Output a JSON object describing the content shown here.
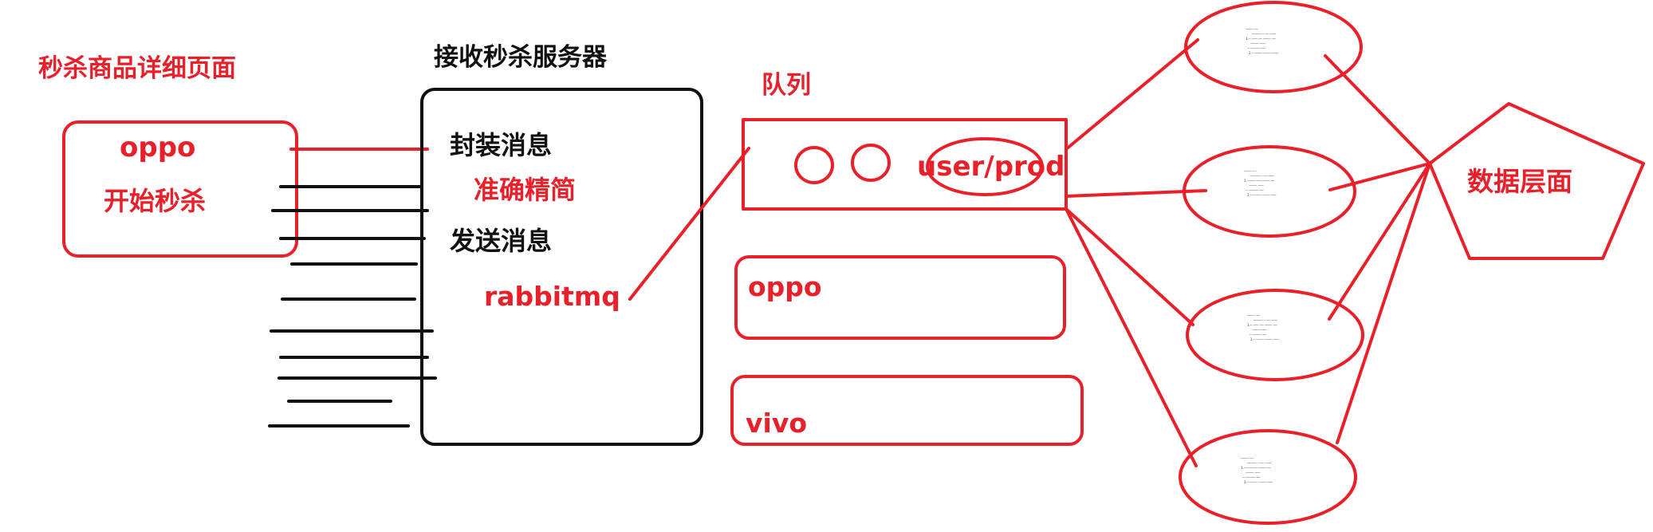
{
  "colors": {
    "ink_red": "#e8202a",
    "ink_black": "#111111"
  },
  "product_page": {
    "title": "秒杀商品详细页面",
    "product_name": "oppo",
    "start_button": "开始秒杀"
  },
  "server": {
    "title": "接收秒杀服务器",
    "step_wrap": "封装消息",
    "note_wrap": "准确精简",
    "step_send": "发送消息",
    "broker": "rabbitmq"
  },
  "queue": {
    "title": "队列",
    "key_label": "user/prod",
    "items": [
      "oppo",
      "vivo"
    ]
  },
  "data_layer": {
    "label": "数据层面"
  }
}
